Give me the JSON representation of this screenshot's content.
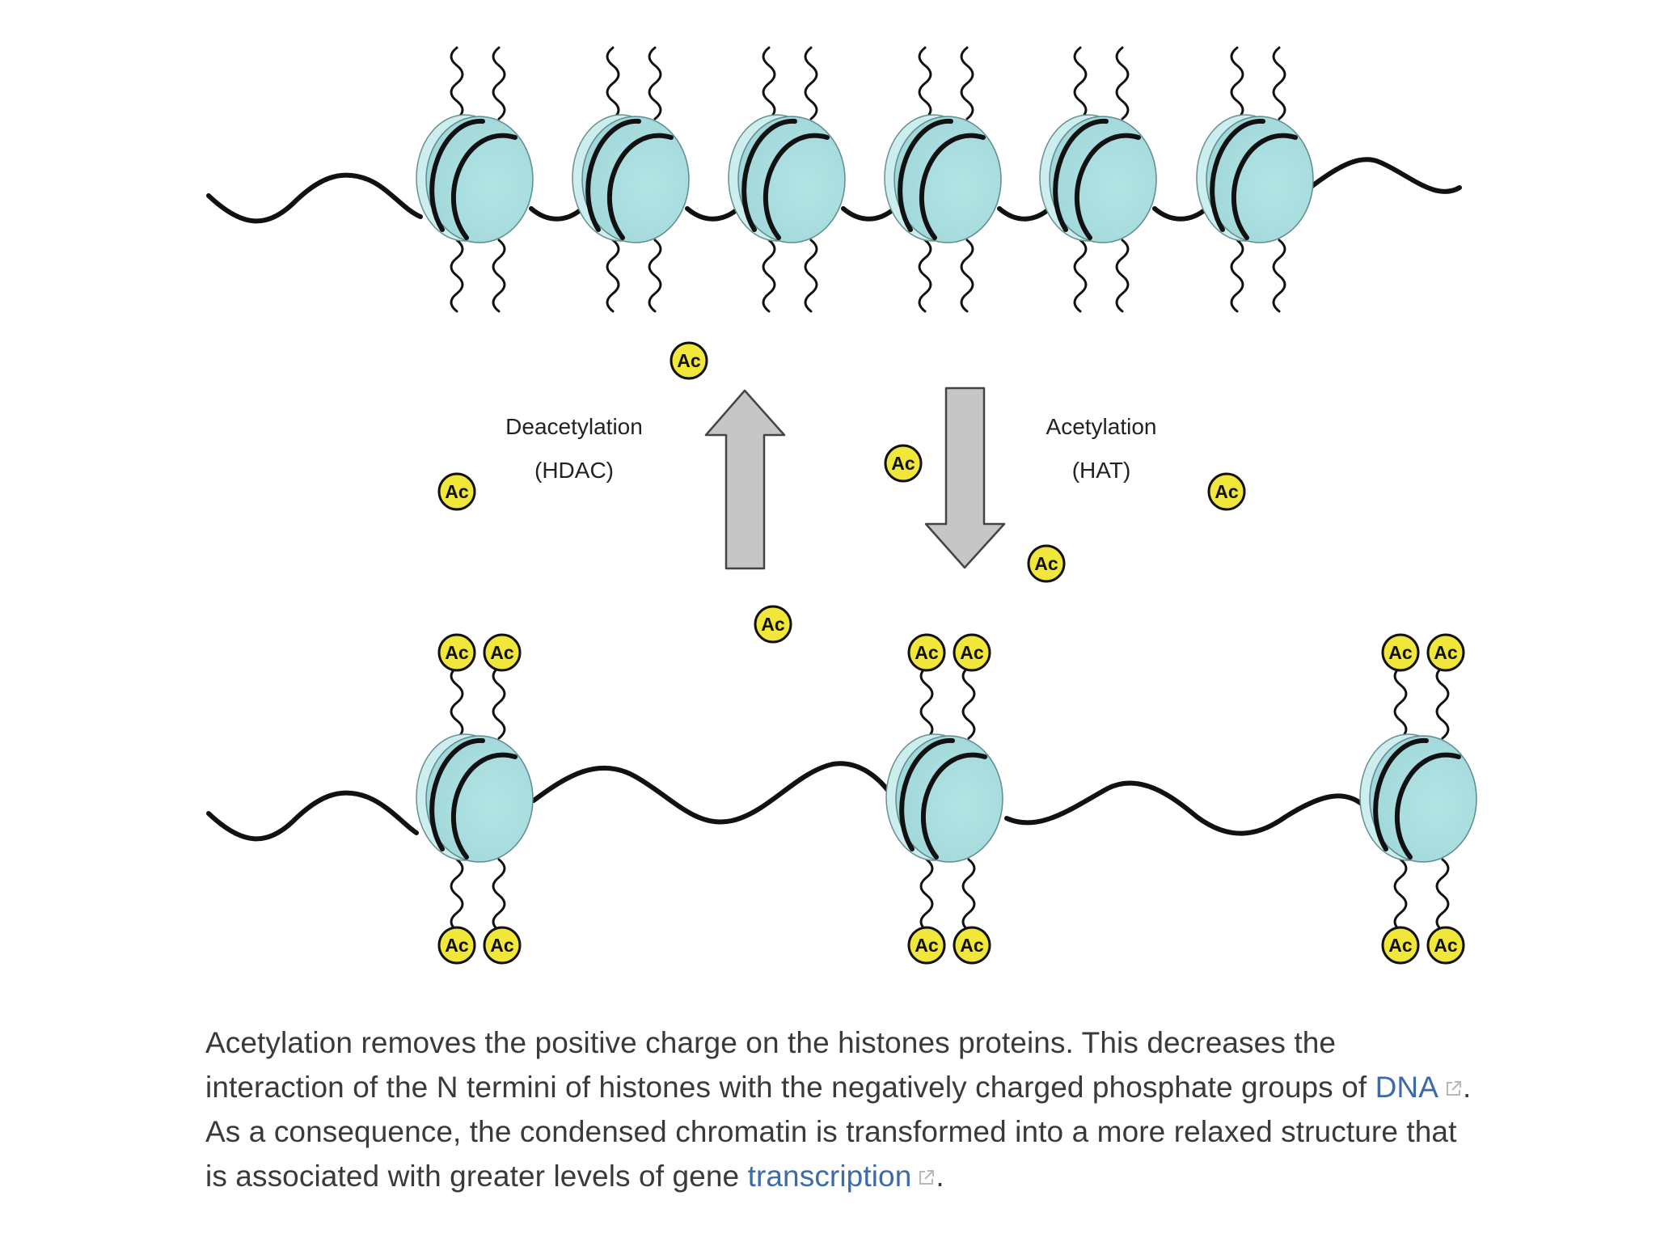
{
  "diagram": {
    "deacetylation_label": "Deacetylation",
    "deacetylation_enzyme": "(HDAC)",
    "acetylation_label": "Acetylation",
    "acetylation_enzyme": "(HAT)",
    "acetyl_group_label": "Ac"
  },
  "colors": {
    "nucleosome_fill": "#a9dfe0",
    "nucleosome_shade": "#cdeeee",
    "acetyl_fill": "#f1e63a",
    "arrow_fill": "#c6c6c6",
    "dna_stroke": "#111111",
    "link_color": "#3d6aa8"
  },
  "caption": {
    "text_before_dna": "Acetylation removes the positive charge on the histones proteins. This decreases the interaction of the N termini of histones with the negatively charged phosphate groups of ",
    "dna_link": "DNA",
    "text_middle": ". As a consequence, the condensed chromatin is transformed into a more relaxed structure that is associated with greater levels of gene ",
    "transcription_link": "transcription",
    "text_end": "."
  },
  "icons": [
    "external-link-icon"
  ]
}
